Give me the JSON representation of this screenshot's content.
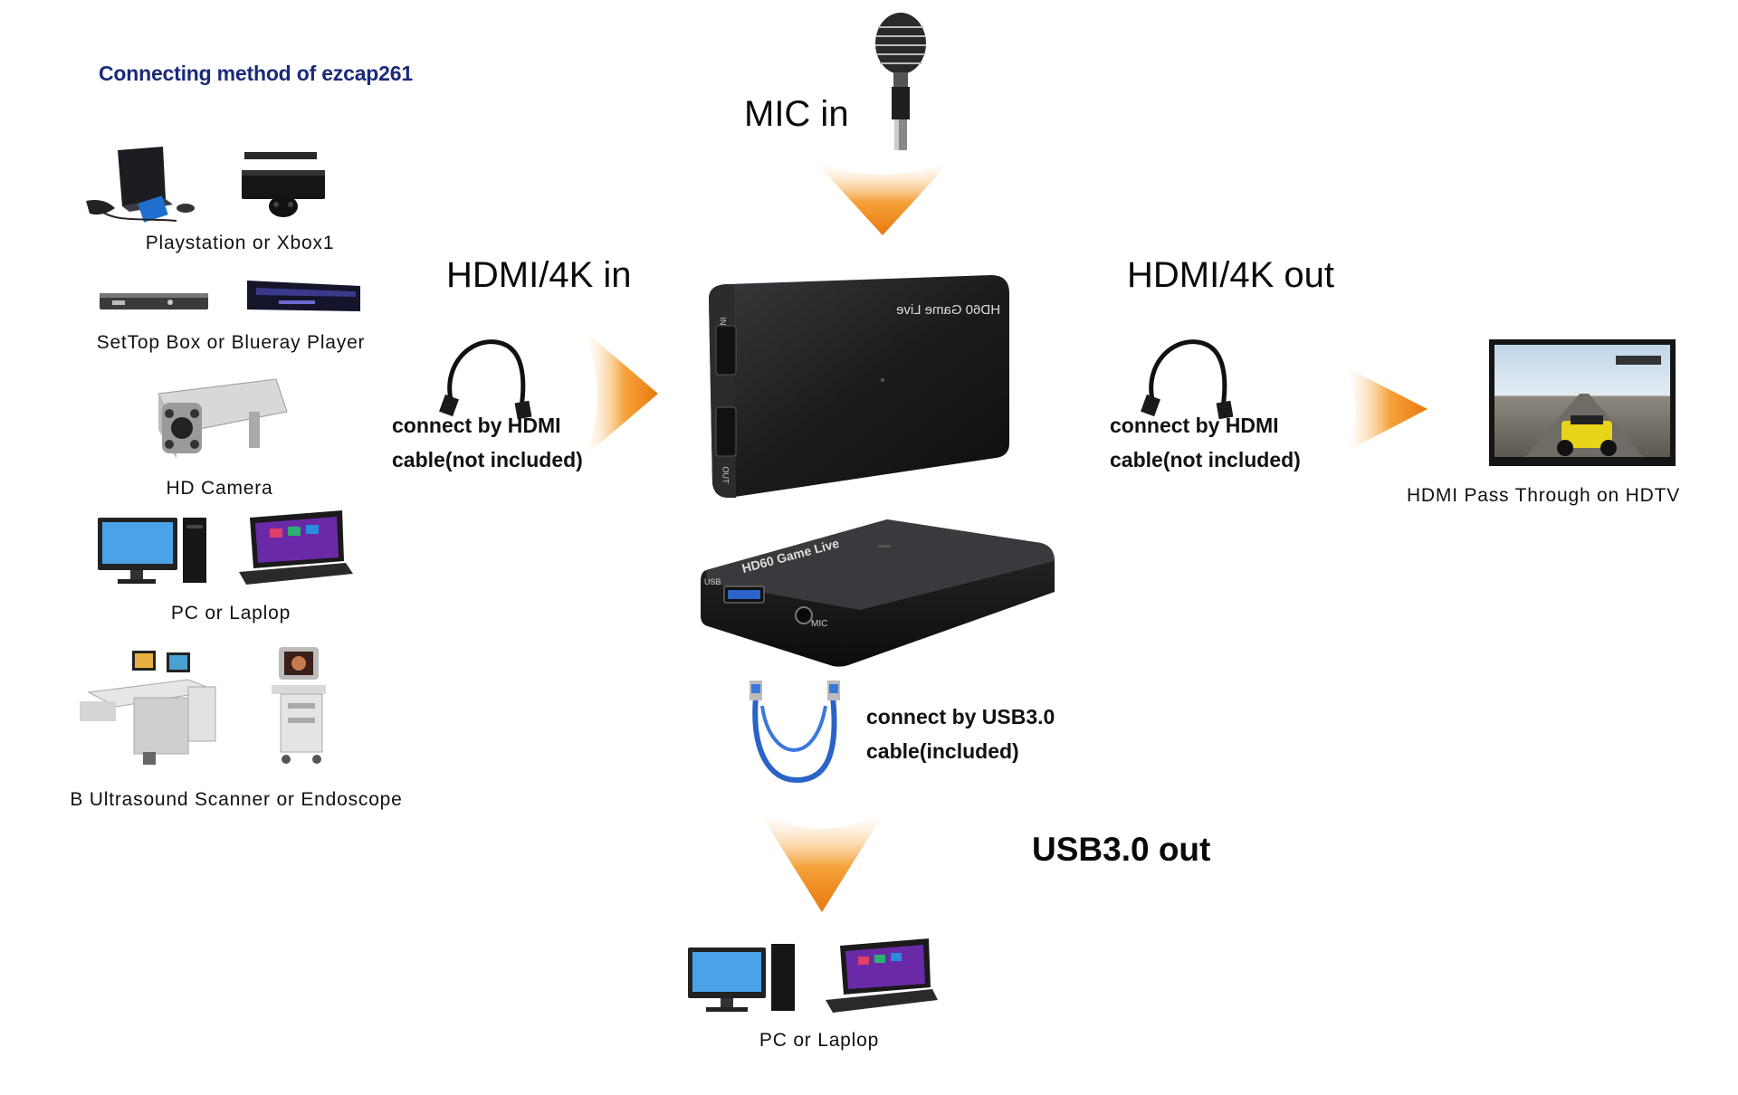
{
  "title": "Connecting method of ezcap261",
  "sources": [
    {
      "label": "Playstation or Xbox1"
    },
    {
      "label": "SetTop Box or Blueray Player"
    },
    {
      "label": "HD Camera"
    },
    {
      "label": "PC or Laplop"
    },
    {
      "label": "B Ultrasound Scanner or Endoscope"
    }
  ],
  "mic": {
    "label": "MIC in"
  },
  "hdmi_in": {
    "label": "HDMI/4K in",
    "line1": "connect by HDMI",
    "line2": "cable(not included)"
  },
  "hdmi_out": {
    "label": "HDMI/4K out",
    "line1": "connect by HDMI",
    "line2": "cable(not included)"
  },
  "tv": {
    "label": "HDMI Pass Through on HDTV"
  },
  "usb": {
    "line1": "connect by USB3.0",
    "line2": "cable(included)",
    "out_label": "USB3.0 out"
  },
  "output_pc": {
    "label": "PC or Laplop"
  },
  "device": {
    "top_brand": "HD60 Game Live",
    "top_port_in": "IN",
    "top_port_out": "OUT",
    "bottom_brand": "HD60 Game Live",
    "bottom_port_usb": "USB",
    "bottom_port_mic": "MIC"
  },
  "colors": {
    "arrow": "#f39a1e",
    "arrow_dark": "#e07a10",
    "title": "#1a2a7a",
    "device": "#1c1c1e",
    "usb_cable": "#2a64c8"
  }
}
